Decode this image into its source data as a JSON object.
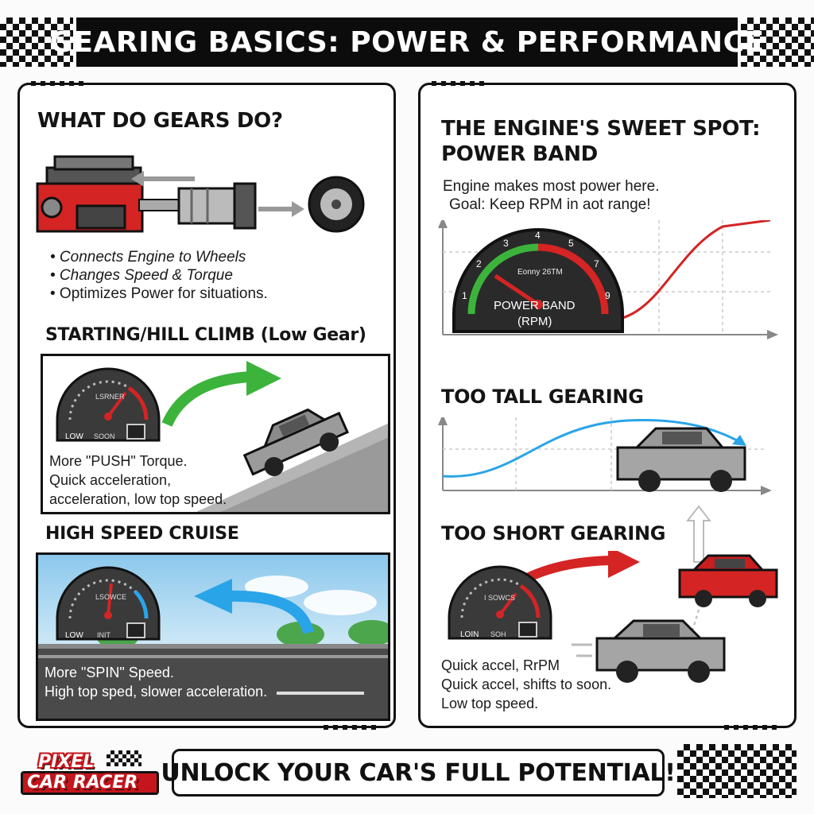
{
  "title": "GEARING BASICS: POWER & PERFORMANCE",
  "left_panel": {
    "what_gears_do": {
      "heading": "WHAT DO GEARS DO?",
      "bullets": [
        "• Connects Engine to Wheels",
        "• Changes Speed & Torque",
        "• Optimizes Power for situations."
      ]
    },
    "low_gear": {
      "heading": "STARTING/HILL CLIMB (Low Gear)",
      "gauge_label": "LOW",
      "gauge_sub": "SOON",
      "gauge_top": "LSRNER",
      "lines": [
        "More \"PUSH\" Torque.",
        "Quick acceleration,",
        "acceleration, low top speed."
      ]
    },
    "high_speed": {
      "heading": "HIGH SPEED CRUISE",
      "gauge_label": "LOW",
      "gauge_sub": "INIT",
      "gauge_top": "LSOWCE",
      "lines": [
        "More \"SPIN\" Speed.",
        "High top sped, slower acceleration."
      ]
    }
  },
  "right_panel": {
    "power_band": {
      "heading_line1": "THE ENGINE'S SWEET SPOT:",
      "heading_line2": "POWER BAND",
      "line1": "Engine makes most power here.",
      "line2": "Goal: Keep RPM in aot range!",
      "gauge_numbers": [
        "1",
        "2",
        "3",
        "4",
        "5",
        "7",
        "9"
      ],
      "gauge_readout": "Eonny 26TM",
      "gauge_label1": "POWER BAND",
      "gauge_label2": "(RPM)"
    },
    "too_tall": {
      "heading": "TOO TALL GEARING"
    },
    "too_short": {
      "heading": "TOO SHORT GEARING",
      "gauge_label": "LOIN",
      "gauge_sub": "SOH",
      "gauge_top": "I SOWCS",
      "lines": [
        "Quick accel, RrPM",
        "Quick accel, shifts to soon.",
        "Low top speed."
      ]
    }
  },
  "footer": {
    "banner": "UNLOCK YOUR CAR'S FULL POTENTIAL!",
    "logo_line1": "PIXEL",
    "logo_line2": "CAR RACER"
  },
  "colors": {
    "red": "#d42424",
    "green": "#3cb43c",
    "blue": "#2aa4e8",
    "gauge": "#3a3a3a"
  }
}
